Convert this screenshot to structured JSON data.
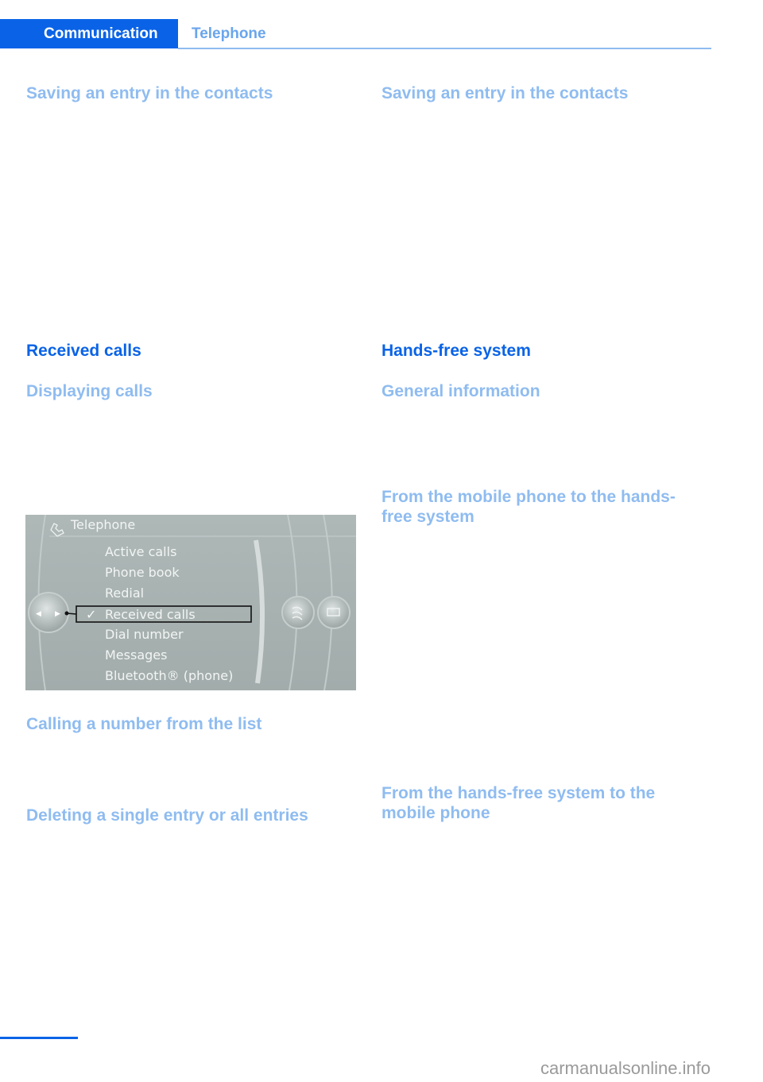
{
  "header": {
    "tab_active": "Communication",
    "tab_inactive": "Telephone"
  },
  "left_column": {
    "heading1": "Saving an entry in the contacts",
    "section_title": "Received calls",
    "heading2": "Displaying calls",
    "heading3": "Calling a number from the list",
    "heading4": "Deleting a single entry or all entries"
  },
  "right_column": {
    "heading1": "Saving an entry in the contacts",
    "section_title": "Hands-free system",
    "heading2": "General information",
    "heading3_line1": "From the mobile phone to the hands-",
    "heading3_line2": "free system",
    "heading4_line1": "From the hands-free system to the",
    "heading4_line2": "mobile phone"
  },
  "screen": {
    "title": "Telephone",
    "menu_items": [
      "Active calls",
      "Phone book",
      "Redial",
      "Received calls",
      "Dial number",
      "Messages",
      "Bluetooth® (phone)"
    ],
    "checkmark": "✓"
  },
  "watermark": "carmanualsonline.info",
  "colors": {
    "primary": "#0a63e6",
    "light_heading": "#8fbcf0",
    "screen_bg": "#a9b3b2"
  }
}
